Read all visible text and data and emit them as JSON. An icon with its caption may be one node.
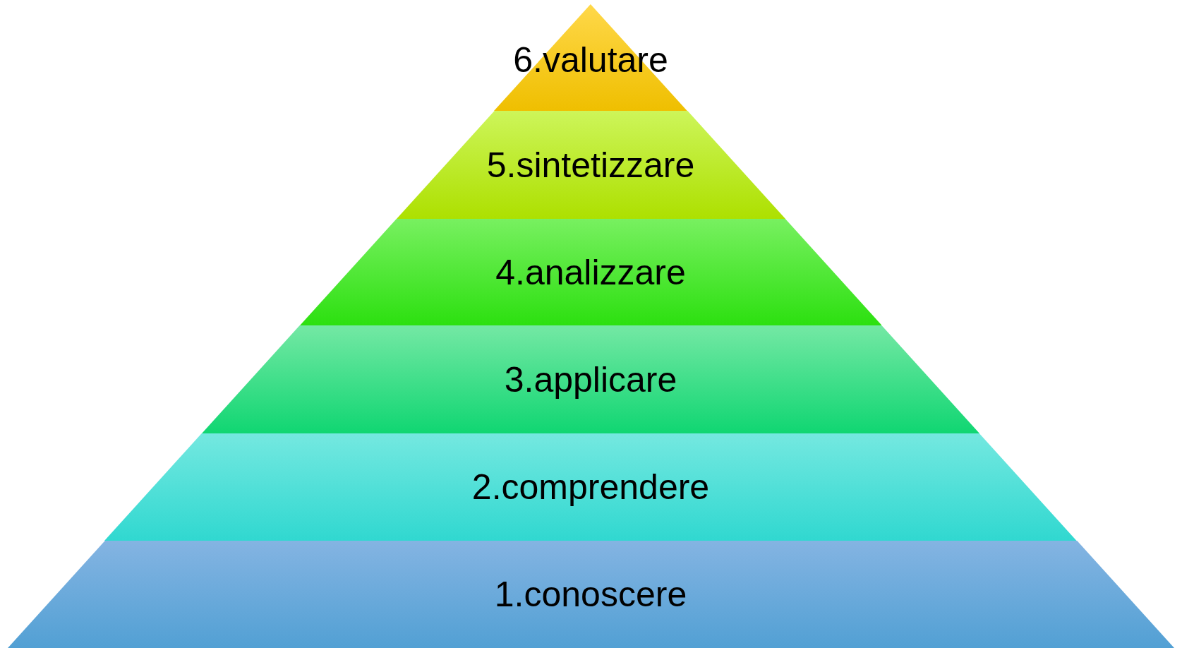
{
  "diagram": {
    "nodes": [
      {
        "text": [
          "6.valutare"
        ]
      },
      {
        "text": [
          "5.sintetizzare"
        ]
      },
      {
        "text": [
          "4.analizzare"
        ]
      },
      {
        "text": [
          "3.applicare"
        ]
      },
      {
        "text": [
          "2.comprendere"
        ]
      },
      {
        "text": [
          "1.conoscere"
        ]
      }
    ]
  }
}
